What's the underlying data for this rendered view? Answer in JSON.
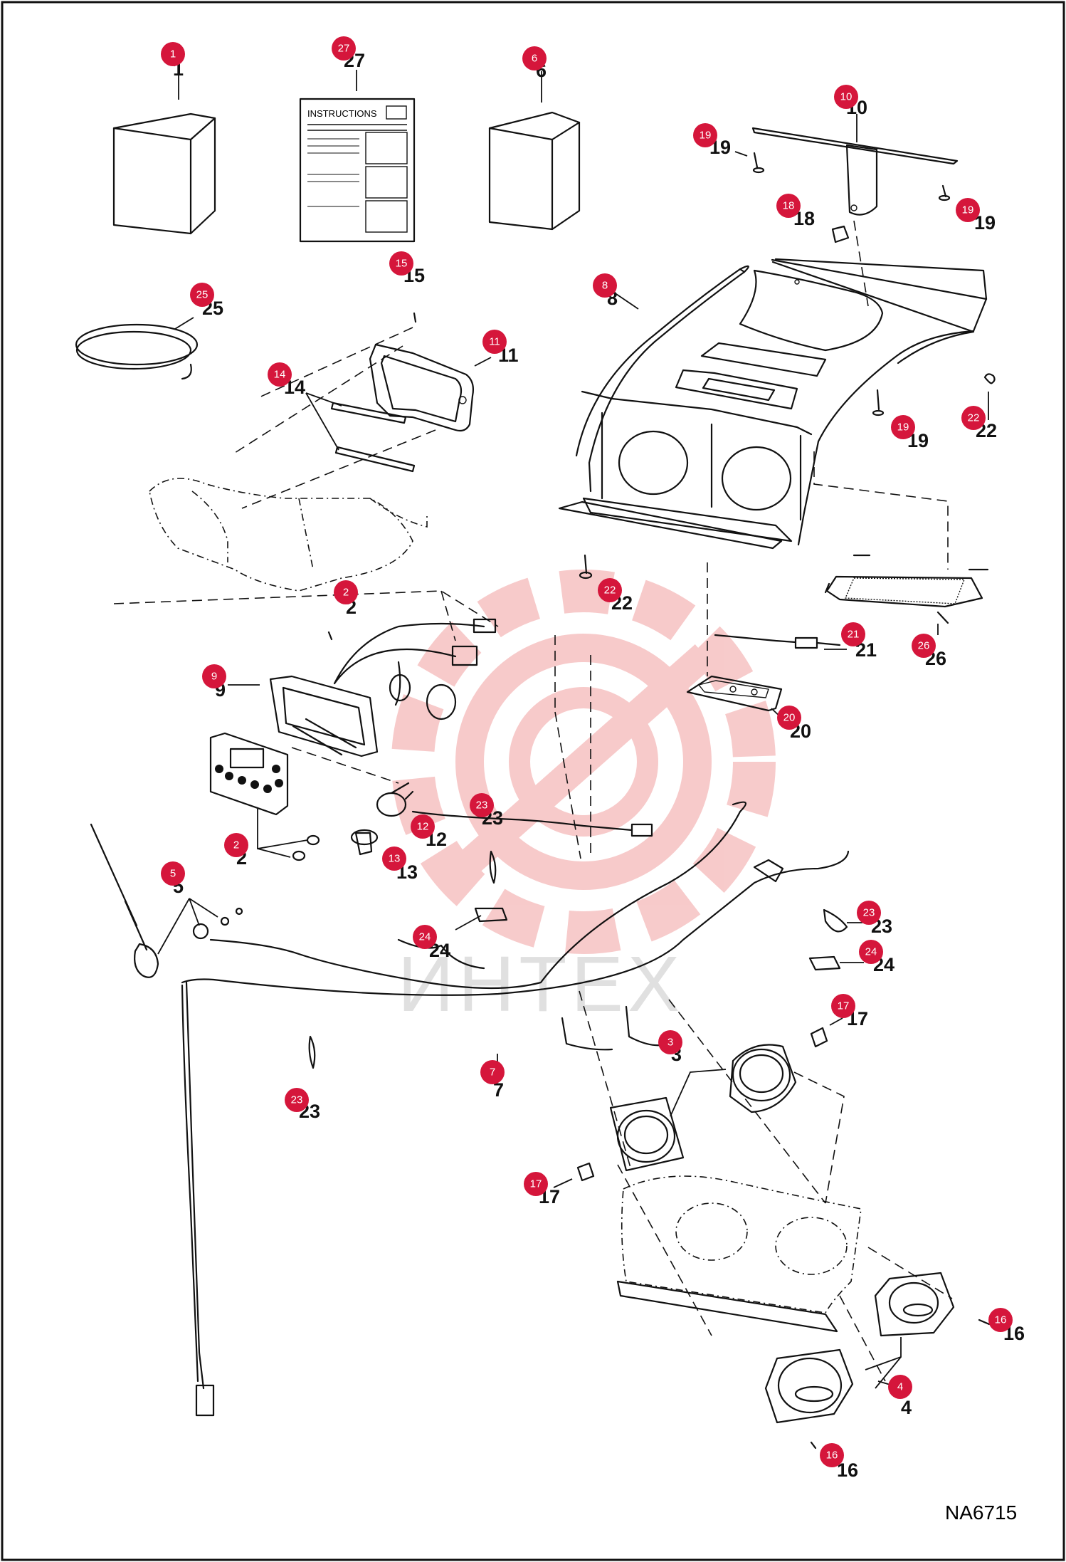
{
  "document_code": "NA6715",
  "watermark": "ИНТЕХ",
  "colors": {
    "badge": "#d5163b",
    "watermark": "#f3b8b8",
    "line": "#111111"
  },
  "instructions_sheet_title": "INSTRUCTIONS",
  "callouts": [
    {
      "id": "c1",
      "number": "1"
    },
    {
      "id": "c27",
      "number": "27"
    },
    {
      "id": "c6",
      "number": "6"
    },
    {
      "id": "c10",
      "number": "10"
    },
    {
      "id": "c19a",
      "number": "19"
    },
    {
      "id": "c19b",
      "number": "19"
    },
    {
      "id": "c18",
      "number": "18"
    },
    {
      "id": "c8",
      "number": "8"
    },
    {
      "id": "c25",
      "number": "25"
    },
    {
      "id": "c15",
      "number": "15"
    },
    {
      "id": "c11",
      "number": "11"
    },
    {
      "id": "c14",
      "number": "14"
    },
    {
      "id": "c19c",
      "number": "19"
    },
    {
      "id": "c22a",
      "number": "22"
    },
    {
      "id": "c22b",
      "number": "22"
    },
    {
      "id": "c2a",
      "number": "2"
    },
    {
      "id": "c9",
      "number": "9"
    },
    {
      "id": "c21",
      "number": "21"
    },
    {
      "id": "c26",
      "number": "26"
    },
    {
      "id": "c20",
      "number": "20"
    },
    {
      "id": "c2b",
      "number": "2"
    },
    {
      "id": "c12",
      "number": "12"
    },
    {
      "id": "c13",
      "number": "13"
    },
    {
      "id": "c23a",
      "number": "23"
    },
    {
      "id": "c5",
      "number": "5"
    },
    {
      "id": "c24a",
      "number": "24"
    },
    {
      "id": "c23b",
      "number": "23"
    },
    {
      "id": "c24b",
      "number": "24"
    },
    {
      "id": "c17a",
      "number": "17"
    },
    {
      "id": "c3",
      "number": "3"
    },
    {
      "id": "c7",
      "number": "7"
    },
    {
      "id": "c23c",
      "number": "23"
    },
    {
      "id": "c17b",
      "number": "17"
    },
    {
      "id": "c16a",
      "number": "16"
    },
    {
      "id": "c4",
      "number": "4"
    },
    {
      "id": "c16b",
      "number": "16"
    }
  ]
}
